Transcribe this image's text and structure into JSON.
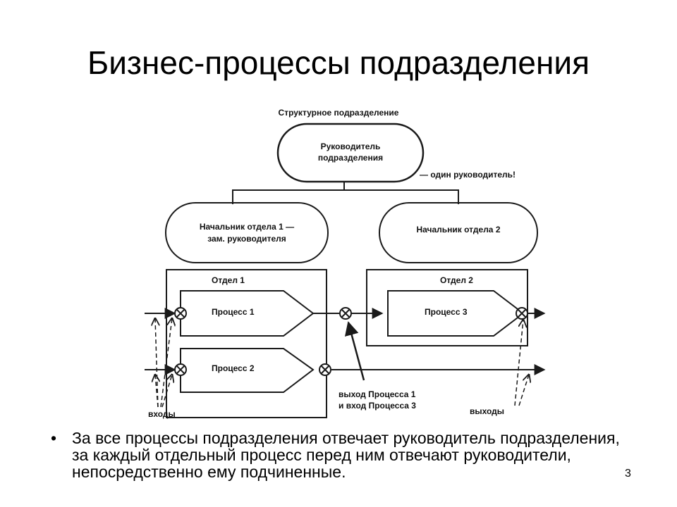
{
  "slide": {
    "title": "Бизнес-процессы подразделения",
    "bullet_marker": "•",
    "bullet_text": "За все процессы подразделения отвечает руководитель подразделения, за каждый отдельный процесс перед ним отвечают руководители, непосредственно ему подчиненные.",
    "page_number": "3"
  },
  "diagram": {
    "unit_label": "Структурное подразделение",
    "head_line1": "Руководитель",
    "head_line2": "подразделения",
    "head_note": "— один руководитель!",
    "chief1_line1": "Начальник отдела 1 —",
    "chief1_line2": "зам. руководителя",
    "chief2": "Начальник отдела 2",
    "dept1": "Отдел 1",
    "dept2": "Отдел 2",
    "process1": "Процесс 1",
    "process2": "Процесс 2",
    "process3": "Процесс 3",
    "inputs_label": "входы",
    "outputs_label": "выходы",
    "link_label_line1": "выход Процесса 1",
    "link_label_line2": "и вход Процесса 3"
  },
  "colors": {
    "line": "#1a1a1a",
    "background": "#ffffff"
  }
}
